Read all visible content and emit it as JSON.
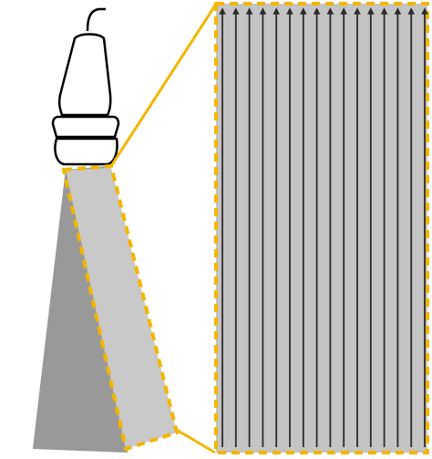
{
  "colors": {
    "background": "#ffffff",
    "outline": "#000000",
    "highlight": "#f2b600",
    "fan_dark": "#7c7c7c",
    "fan_mid": "#999999",
    "fan_light": "#c9c9c9",
    "panel_fill": "#c4c4c4",
    "arrow": "#2b2b2b"
  },
  "icons": {
    "probe": "ultrasound-probe-icon",
    "arrow": "arrow-up-icon"
  },
  "diagram": {
    "beam_count": 16,
    "highlighted_plane": "front",
    "arrow_direction": "up"
  }
}
